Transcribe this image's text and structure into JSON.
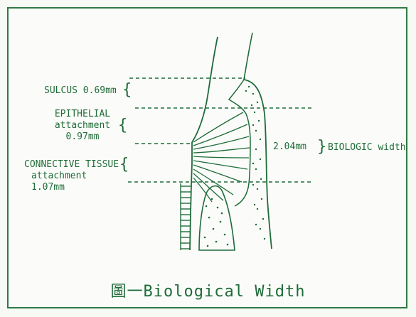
{
  "labels": {
    "sulcus": "SULCUS 0.69mm",
    "epithelial_l1": "EPITHELIAL",
    "epithelial_l2": "attachment",
    "epithelial_l3": "0.97mm",
    "connective_l1": "CONNECTIVE TISSUE",
    "connective_l2": "attachment",
    "connective_l3": "1.07mm",
    "biologic_value": "2.04mm",
    "biologic_label": "BIOLOGIC width"
  },
  "caption": "圖一Biological Width",
  "colors": {
    "ink": "#1f6b3a",
    "frame": "#2f7a45",
    "background": "#fbfcf9"
  }
}
